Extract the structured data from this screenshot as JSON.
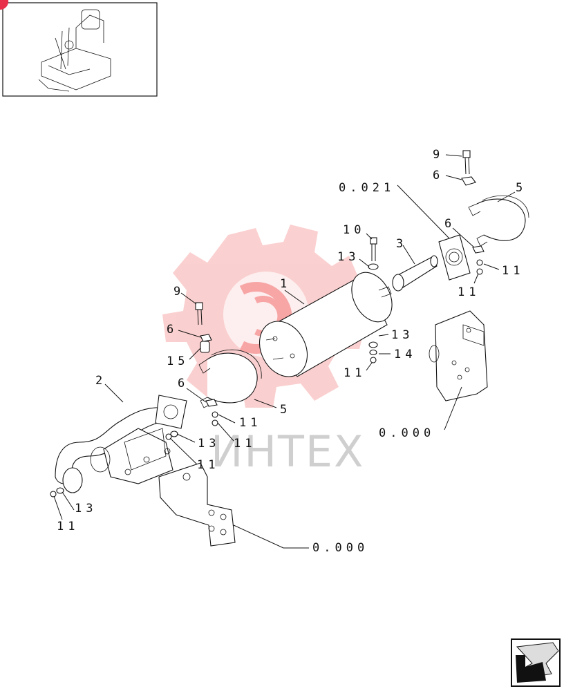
{
  "colors": {
    "watermark_red": "#f25c5c",
    "line": "#111111",
    "nav_badge": "#e8304a"
  },
  "watermark_text": "ИНТЕХ",
  "callouts": {
    "c9_top": "9",
    "c6_top": "6",
    "c0021": "0.021",
    "c5_right": "5",
    "c10": "10",
    "c3": "3",
    "c6_right": "6",
    "c13_top": "13",
    "c1": "1",
    "c11_r1": "11",
    "c11_r2": "11",
    "c9_left": "9",
    "c6_left": "6",
    "c13_mid": "13",
    "c14": "14",
    "c15": "15",
    "c11_mid": "11",
    "c2": "2",
    "c6_low": "6",
    "c5_low": "5",
    "c11_clamp": "11",
    "c0000_right": "0.000",
    "c13_flange": "13",
    "c11_flange": "11",
    "c11_lower": "11",
    "c13_end": "13",
    "c11_end": "11",
    "c0000_bottom": "0.000"
  },
  "icons": {
    "thumbnail": "machine-overview-thumbnail",
    "navigation": "next-page-arrow-icon"
  }
}
